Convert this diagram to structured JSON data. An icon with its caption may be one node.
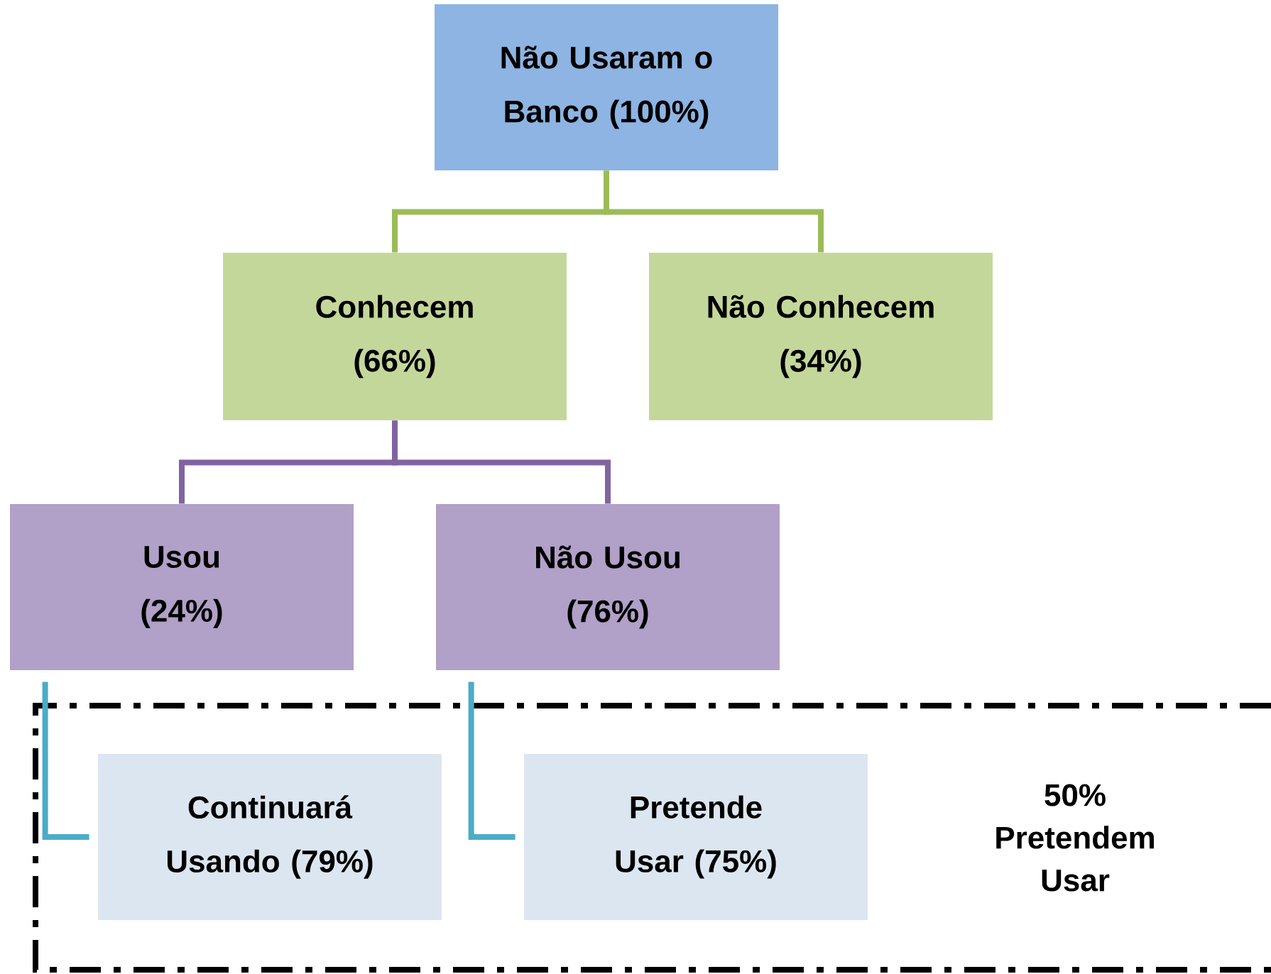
{
  "diagram": {
    "nodes": [
      {
        "text": [
          "Não Usaram o Banco (100%)"
        ]
      },
      {
        "text": [
          "Conhecem (66%)"
        ]
      },
      {
        "text": [
          "Não Conhecem (34%)"
        ]
      },
      {
        "text": [
          "Usou (24%)"
        ]
      },
      {
        "text": [
          "Não Usou (76%)"
        ]
      },
      {
        "text": [
          "50% Pretendem Usar"
        ]
      },
      {
        "text": [
          "Continuará Usando (79%)"
        ],
        "in": 5
      },
      {
        "text": [
          "Pretende Usar (75%)"
        ],
        "in": 5
      }
    ],
    "edges": [
      {
        "from": 0,
        "to": 1,
        "arrow": "none",
        "color": "#9bbb59"
      },
      {
        "from": 0,
        "to": 2,
        "arrow": "none",
        "color": "#9bbb59"
      },
      {
        "from": 1,
        "to": 3,
        "arrow": "none",
        "color": "#8064a2"
      },
      {
        "from": 1,
        "to": 4,
        "arrow": "none",
        "color": "#8064a2"
      },
      {
        "from": 3,
        "to": 6,
        "arrow": "none",
        "color": "#4bacc6"
      },
      {
        "from": 4,
        "to": 7,
        "arrow": "none",
        "color": "#4bacc6"
      }
    ]
  }
}
